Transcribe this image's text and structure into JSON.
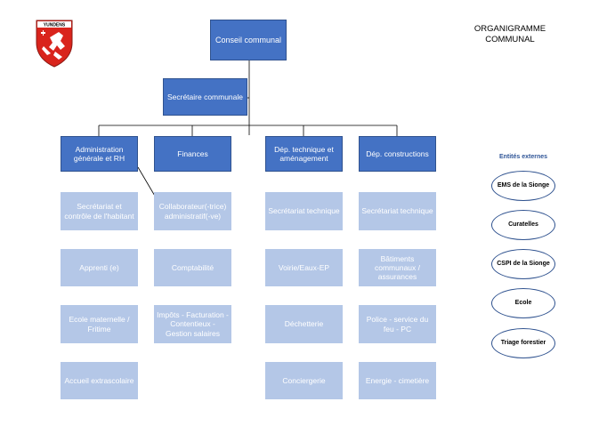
{
  "logo": {
    "banner_text": "YUNDENS",
    "colors": {
      "red": "#d9241c",
      "white": "#ffffff"
    }
  },
  "title": "ORGANIGRAMME\nCOMMUNAL",
  "top": {
    "conseil": "Conseil communal",
    "secretaire": "Secrétaire communale"
  },
  "departments": [
    {
      "label": "Administration générale et RH"
    },
    {
      "label": "Finances"
    },
    {
      "label": "Dép. technique et aménagement"
    },
    {
      "label": "Dép. constructions"
    }
  ],
  "columns": [
    [
      "Secrétariat et contrôle de l'habitant",
      "Apprenti (e)",
      "Ecole maternelle / Fritime",
      "Accueil extrascolaire"
    ],
    [
      "Collaborateur(-trice) administratif(-ve)",
      "Comptabilité",
      "Impôts - Facturation - Contentieux - Gestion salaires"
    ],
    [
      "Secrétariat technique",
      "Voirie/Eaux-EP",
      "Déchetterie",
      "Conciergerie"
    ],
    [
      "Secrétariat technique",
      "Bâtiments communaux / assurances",
      "Police - service du feu - PC",
      "Energie - cimetière"
    ]
  ],
  "external": {
    "title": "Entités externes",
    "items": [
      "EMS de la Sionge",
      "Curatelles",
      "CSPI de la Sionge",
      "Ecole",
      "Triage forestier"
    ]
  },
  "colors": {
    "dark_box": "#4472c4",
    "light_box": "#b4c7e7",
    "connector": "#000000",
    "external_title": "#2f5597"
  }
}
